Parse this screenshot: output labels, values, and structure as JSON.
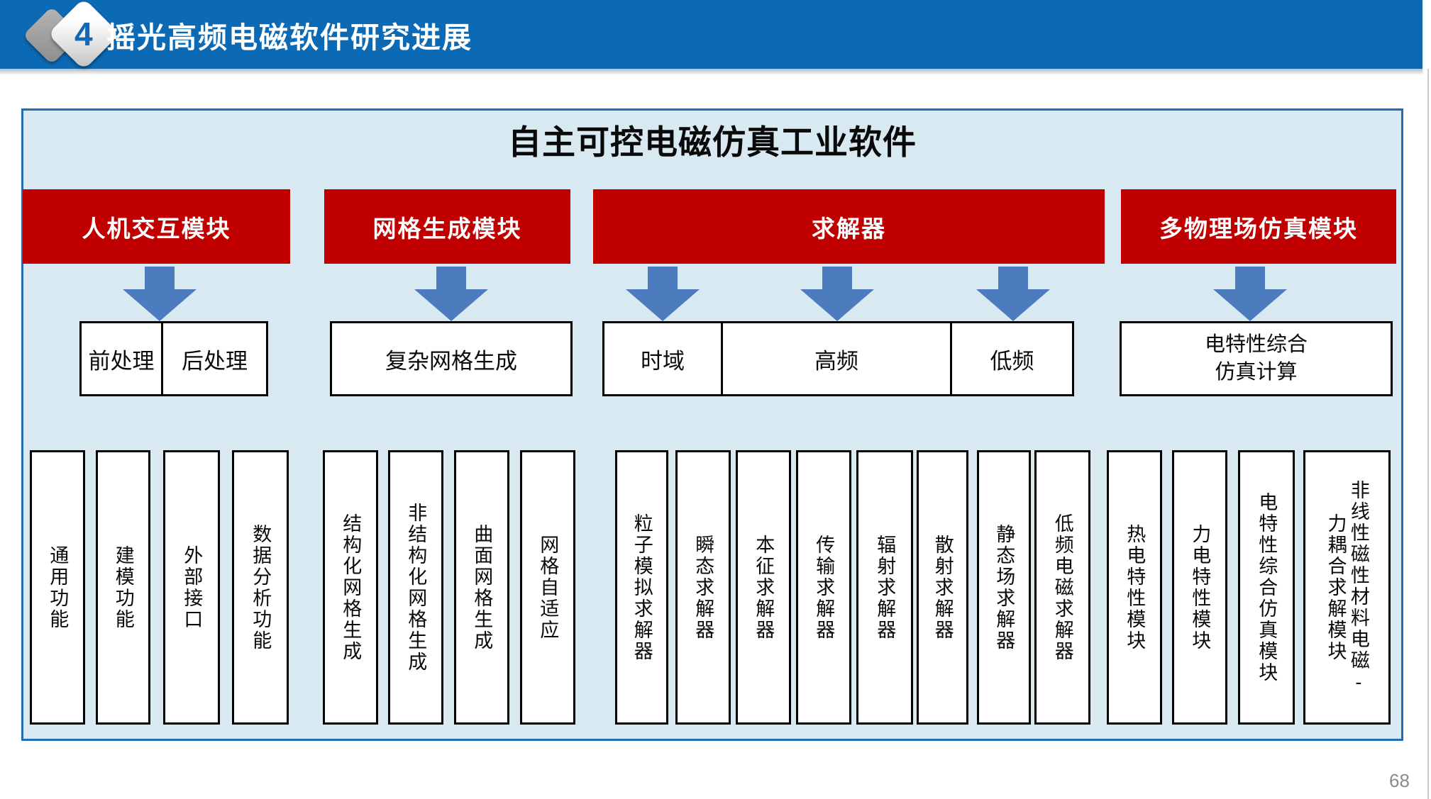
{
  "header": {
    "badge": "4",
    "title": "摇光高频电磁软件研究进展"
  },
  "diagram": {
    "title": "自主可控电磁仿真工业软件",
    "modules": {
      "hmi": "人机交互模块",
      "mesh": "网格生成模块",
      "solver": "求解器",
      "multiphysics": "多物理场仿真模块"
    },
    "mid": {
      "pre_process": "前处理",
      "post_process": "后处理",
      "complex_mesh": "复杂网格生成",
      "time_domain": "时域",
      "high_freq": "高频",
      "low_freq": "低频",
      "elec_summary": "电特性综合\n仿真计算"
    },
    "columns": {
      "hmi": [
        "通用功能",
        "建模功能",
        "外部接口",
        "数据分析功能"
      ],
      "mesh": [
        "结构化网格生成",
        "非结构化网格生成",
        "曲面网格生成",
        "网格自适应"
      ],
      "solver": [
        "粒子模拟求解器",
        "瞬态求解器",
        "本征求解器",
        "传输求解器",
        "辐射求解器",
        "散射求解器",
        "静态场求解器",
        "低频电磁求解器"
      ],
      "multiphysics": [
        "热电特性模块",
        "力电特性模块",
        "电特性综合仿真模块",
        "非线性磁性材料电磁-\n力耦合求解模块"
      ]
    },
    "colors": {
      "header_bg": "#0c69b4",
      "panel_bg": "#d9e9f2",
      "panel_border": "#1e6fb8",
      "module_red": "#c00000",
      "arrow_blue": "#4d7cbe",
      "page_number_gray": "#8b8b8b"
    }
  },
  "footer": {
    "page_number": "68"
  }
}
